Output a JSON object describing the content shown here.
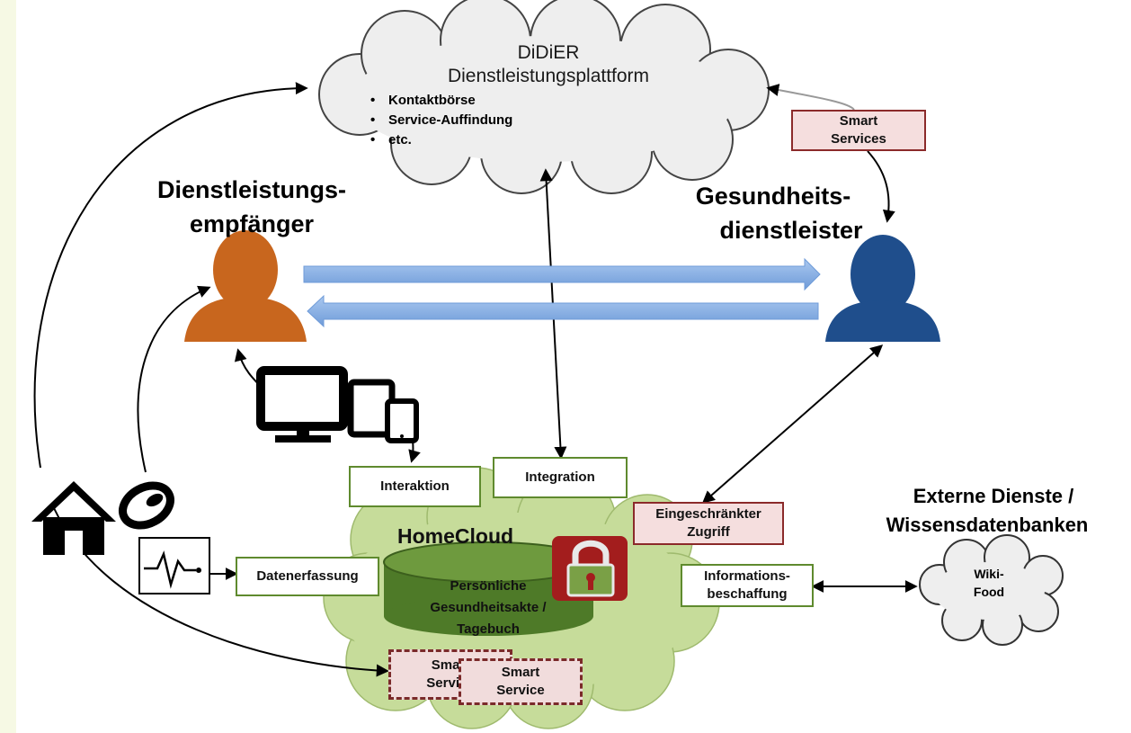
{
  "platform": {
    "title_line1": "DiDiER",
    "title_line2": "Dienstleistungsplattform",
    "bullets": [
      "Kontaktbörse",
      "Service-Auffindung",
      "etc."
    ]
  },
  "recipient": {
    "line1": "Dienstleistungs-",
    "line2": "empfänger",
    "color": "#c8661e"
  },
  "provider": {
    "line1": "Gesundheits-",
    "line2": "dienstleister",
    "color": "#1f4e8c"
  },
  "smart_services_box": {
    "line1": "Smart",
    "line2": "Services"
  },
  "homecloud": {
    "title": "HomeCloud",
    "database": {
      "line1": "Persönliche",
      "line2": "Gesundheitsakte /",
      "line3": "Tagebuch"
    },
    "cloud_color": "#c6dc9a",
    "db_color": "#4e7a28"
  },
  "boxes": {
    "interaktion": "Interaktion",
    "integration": "Integration",
    "datenerfassung": "Datenerfassung",
    "restricted_line1": "Eingeschränkter",
    "restricted_line2": "Zugriff",
    "info_line1": "Informations-",
    "info_line2": "beschaffung",
    "smart_service_back_line1": "Smart",
    "smart_service_back_line2": "Service",
    "smart_service_front_line1": "Smart",
    "smart_service_front_line2": "Service"
  },
  "external": {
    "line1": "Externe Dienste /",
    "line2": "Wissensdatenbanken",
    "cloud_line1": "Wiki-",
    "cloud_line2": "Food"
  },
  "icons": [
    "house-icon",
    "wristband-icon",
    "heart-monitor-icon",
    "monitor-icon",
    "tablet-icon",
    "smartphone-icon",
    "padlock-icon"
  ],
  "colors": {
    "lock": "#a31d1d",
    "arrow_blue": "#8fb4e6",
    "box_green_border": "#5f8a2e",
    "box_pink_border": "#8b2a2a"
  }
}
